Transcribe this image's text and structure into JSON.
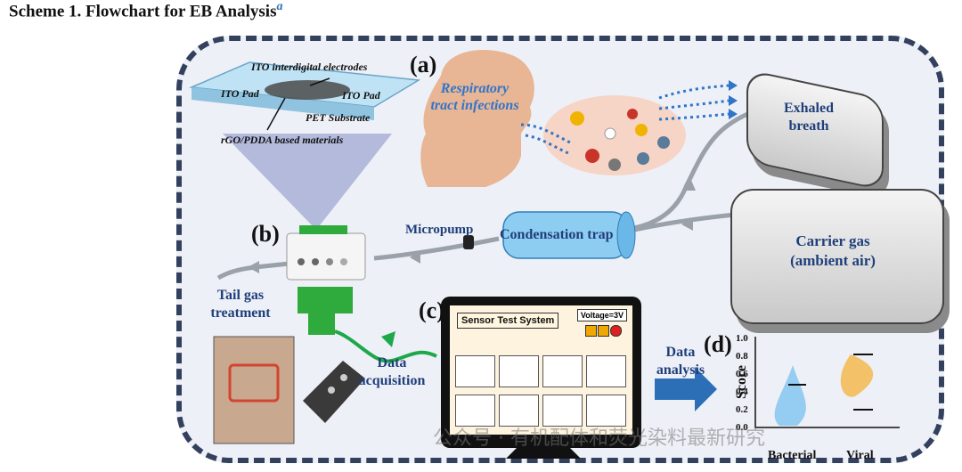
{
  "caption": {
    "title": "Scheme 1. Flowchart for EB Analysis",
    "footnote_mark": "a"
  },
  "panels": {
    "a": "(a)",
    "b": "(b)",
    "c": "(c)",
    "d": "(d)"
  },
  "electrode": {
    "interdigital": "ITO interdigital electrodes",
    "pad_left": "ITO Pad",
    "pad_right": "ITO Pad",
    "substrate": "PET Substrate",
    "material": "rGO/PDDA based materials"
  },
  "infection_label": "Respiratory tract infections",
  "exhaled_label": "Exhaled breath",
  "carrier_label": "Carrier gas (ambient air)",
  "condensation_label": "Condensation trap",
  "micropump_label": "Micropump",
  "tailgas_label": "Tail gas treatment",
  "acquisition_label": "Data acquisition",
  "analysis_label": "Data analysis",
  "software": {
    "title": "Sensor Test System",
    "voltage": "Voltage=3V"
  },
  "plot": {
    "ylabel": "Score",
    "yticks": [
      "0.0",
      "0.2",
      "0.4",
      "0.6",
      "0.8",
      "1.0"
    ],
    "categories": [
      "Bacterial",
      "Viral"
    ]
  },
  "watermark": "公众号 · 有机配体和荧光染料最新研究",
  "colors": {
    "frame": "#33415e",
    "label_blue": "#1f3f7a",
    "italic_blue": "#2f75c8",
    "bacterial": "#7ec3ef",
    "viral": "#f2b544",
    "acq_arrow": "#1ea84a"
  }
}
